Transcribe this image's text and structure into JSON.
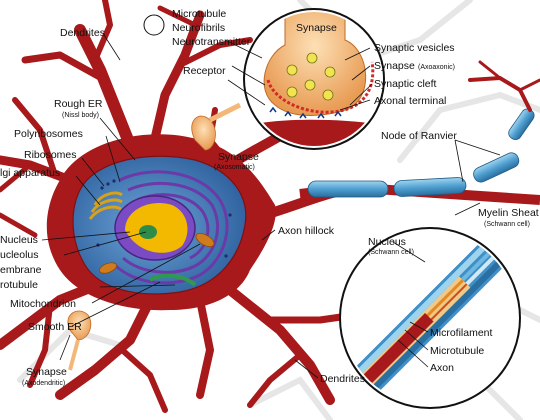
{
  "labels": {
    "dendrites_top": "Dendrites",
    "microtubule_top": "Microtubule",
    "neurofibrils": "Neurofibrils",
    "neurotransmitter": "Neurotransmitter",
    "receptor": "Receptor",
    "synapse_inset": "Synapse",
    "synaptic_vesicles": "Synaptic vesicles",
    "synapse_axoaxonic": "Synapse",
    "synapse_axoaxonic_sub": "(Axoaxonic)",
    "synaptic_cleft": "Synaptic cleft",
    "axonal_terminal": "Axonal terminal",
    "rough_er": "Rough ER",
    "rough_er_sub": "(Nissl body)",
    "polyribosomes": "Polyribosomes",
    "ribosomes": "Ribosomes",
    "golgi": "lgi apparatus",
    "synapse_axosomatic": "Synapse",
    "synapse_axosomatic_sub": "(Axosomatic)",
    "node_of_ranvier": "Node of Ranvier",
    "myelin_sheath": "Myelin Sheat",
    "myelin_sheath_sub": "(Schwann cell)",
    "axon_hillock": "Axon hillock",
    "nucleus": "Nucleus",
    "nucleolus": "ucleolus",
    "membrane": "embrane",
    "microtubule_left": "rotubule",
    "mitochondrion": "Mitochondrion",
    "smooth_er": "Smooth ER",
    "synapse_axodendritic": "Synapse",
    "synapse_axodendritic_sub": "(Axodendritic)",
    "nucleus_schwann": "Nucleus",
    "nucleus_schwann_sub": "(Schwann cell)",
    "microfilament": "Microfilament",
    "microtubule_axon": "Microtubule",
    "axon": "Axon",
    "dendrites_bottom": "Dendrites"
  },
  "colors": {
    "neuron_red": "#a8191b",
    "neuron_dark": "#7e1013",
    "terminal_orange": "#f3b878",
    "myelin_blue": "#4f9fd0",
    "myelin_light": "#8fcbe8",
    "nucleus_yellow": "#f2b900",
    "cytoplasm_blue": "#3f7fc2",
    "er_purple": "#6b3aa8"
  }
}
